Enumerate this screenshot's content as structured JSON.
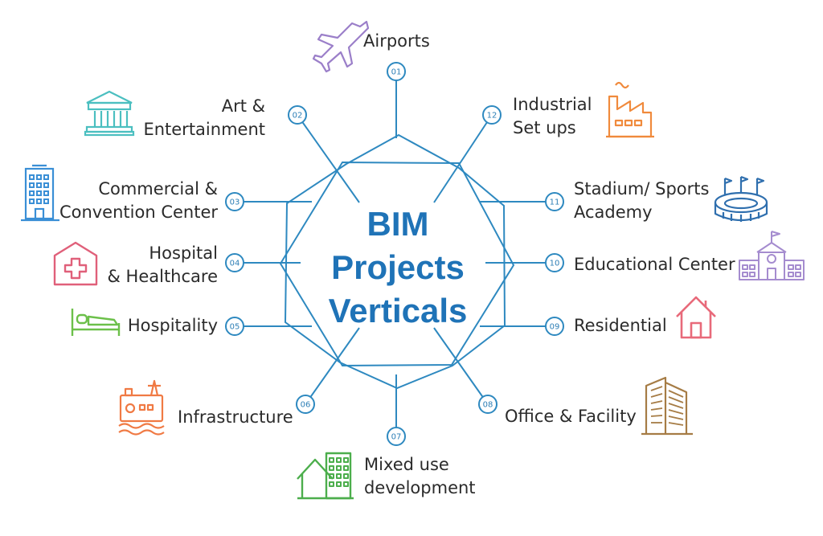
{
  "title": {
    "line1": "BIM",
    "line2": "Projects",
    "line3": "Verticals"
  },
  "colors": {
    "accent": "#2e89c0",
    "title": "#1f73b7"
  },
  "verticals": [
    {
      "num": "01",
      "line1": "Airports",
      "line2": "",
      "icon": "airplane-icon",
      "color": "#9b7fc9"
    },
    {
      "num": "02",
      "line1": "Art &",
      "line2": "Entertainment",
      "icon": "museum-icon",
      "color": "#4bbfc0"
    },
    {
      "num": "03",
      "line1": "Commercial &",
      "line2": "Convention Center",
      "icon": "office-tower-icon",
      "color": "#3a8fd6"
    },
    {
      "num": "04",
      "line1": "Hospital",
      "line2": "& Healthcare",
      "icon": "hospital-icon",
      "color": "#e0607a"
    },
    {
      "num": "05",
      "line1": "Hospitality",
      "line2": "",
      "icon": "bed-icon",
      "color": "#6cc04a"
    },
    {
      "num": "06",
      "line1": "Infrastructure",
      "line2": "",
      "icon": "power-plant-icon",
      "color": "#f07a44"
    },
    {
      "num": "07",
      "line1": "Mixed use",
      "line2": "development",
      "icon": "mixed-building-icon",
      "color": "#4cae4c"
    },
    {
      "num": "08",
      "line1": "Office & Facility",
      "line2": "",
      "icon": "skyscraper-icon",
      "color": "#a67c45"
    },
    {
      "num": "09",
      "line1": "Residential",
      "line2": "",
      "icon": "house-icon",
      "color": "#e86a7a"
    },
    {
      "num": "10",
      "line1": "Educational Center",
      "line2": "",
      "icon": "school-icon",
      "color": "#a58ccf"
    },
    {
      "num": "11",
      "line1": "Stadium/ Sports",
      "line2": "Academy",
      "icon": "stadium-icon",
      "color": "#2f6fae"
    },
    {
      "num": "12",
      "line1": "Industrial",
      "line2": "Set ups",
      "icon": "factory-icon",
      "color": "#f08a3c"
    }
  ]
}
